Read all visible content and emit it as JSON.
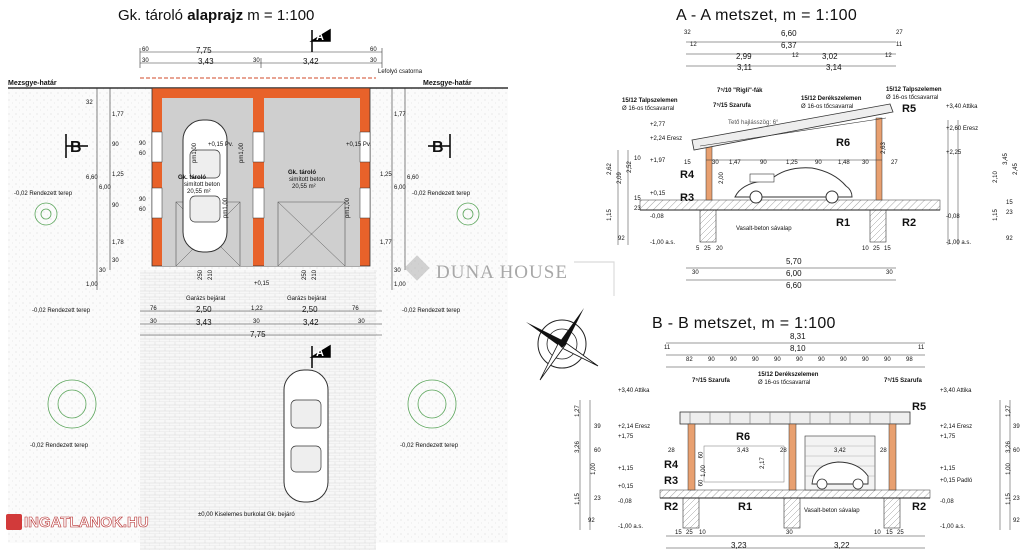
{
  "plan": {
    "title_prefix": "Gk. tároló",
    "title_bold": "alaprajz",
    "title_scale": "m = 1:100",
    "boundary_left": "Mezsgye-határ",
    "boundary_right": "Mezsgye-határ",
    "gutter": "Lefolyó csatorna",
    "room_name": "Gk. tároló",
    "room_floor": "simított beton",
    "room_area": "20,55 m²",
    "floor_level": "+0,15 Pv.",
    "terrain": "-0,02 Rendezett terep",
    "entrance": "Garázs bejárat",
    "entrance_level": "+0,15",
    "paving": "±0,00 Kiselemes burkolat Gk. bejáró",
    "pillar": "pm1,00",
    "section_a": "A",
    "section_b": "B",
    "dims_top": [
      "60",
      "7,75",
      "60",
      "30",
      "3,43",
      "30",
      "3,42",
      "30"
    ],
    "dims_bottom": [
      "76",
      "2,50",
      "1,22",
      "2,50",
      "76",
      "30",
      "3,43",
      "30",
      "3,42",
      "30",
      "7,75"
    ],
    "dims_left": [
      "32",
      "1,77",
      "90",
      "1,25",
      "90",
      "1,78",
      "6,60",
      "6,00",
      "1,00",
      "30",
      "30"
    ],
    "dims_right": [
      "1,77",
      "6,60",
      "6,00",
      "1,25",
      "1,77",
      "1,00",
      "30"
    ],
    "dims_inner": [
      "90",
      "60",
      "90",
      "60",
      "250",
      "210",
      "250",
      "210"
    ]
  },
  "section_aa": {
    "title": "A - A metszet, m = 1:100",
    "dims_top": [
      "32",
      "6,60",
      "27",
      "12",
      "6,37",
      "11",
      "2,99",
      "12",
      "3,02",
      "12",
      "3,11",
      "3,14"
    ],
    "members": [
      "15/12 Talpszelemen",
      "Ø 16-os tőcsavarral",
      "7⁵/10 \"Rigli\"-fák",
      "7⁵/15 Szarufa",
      "15/12 Derékszelemen",
      "Ø 16-os tőcsavarral",
      "15/12 Talpszelemen",
      "Ø 16-os tőcsavarral"
    ],
    "roof_note": "Tető hajlásszög: 6°",
    "levels": [
      "+2,77",
      "+2,24 Eresz",
      "+1,97",
      "+0,15",
      "-0,08",
      "-1,00 a.s.",
      "+3,40 Attika",
      "+2,60 Eresz",
      "+2,25",
      "-0,08",
      "-1,00 a.s."
    ],
    "dims_inner": [
      "15",
      "30",
      "1,47",
      "90",
      "1,25",
      "90",
      "1,48",
      "30",
      "27",
      "2,00",
      "2,63"
    ],
    "dims_left": [
      "2,62",
      "2,09",
      "2,52",
      "10",
      "15",
      "23",
      "1,15",
      "92"
    ],
    "dims_right": [
      "2,10",
      "3,45",
      "2,45",
      "1,15",
      "23",
      "15",
      "92"
    ],
    "dims_bottom": [
      "5",
      "25",
      "20",
      "5,70",
      "10",
      "25",
      "15",
      "30",
      "6,00",
      "30",
      "6,60"
    ],
    "foundation": "Vasalt-beton sávalap",
    "tags": [
      "R4",
      "R3",
      "R6",
      "R1",
      "R2",
      "R5"
    ]
  },
  "section_bb": {
    "title": "B - B metszet, m = 1:100",
    "dims_top": [
      "8,31",
      "11",
      "8,10",
      "11",
      "82",
      "90",
      "90",
      "90",
      "90",
      "90",
      "90",
      "90",
      "90",
      "90",
      "98"
    ],
    "members": [
      "15/12 Derékszelemen",
      "Ø 16-os tőcsavarral",
      "7⁵/15 Szarufa",
      "7⁵/15 Szarufa"
    ],
    "levels": [
      "+3,40 Attika",
      "+2,14 Eresz",
      "+1,75",
      "+1,15",
      "+0,15",
      "-0,08",
      "-1,00 a.s.",
      "+3,40 Attika",
      "+2,14 Eresz",
      "+1,75",
      "+1,15",
      "+0,15 Padló",
      "-0,08",
      "-1,00 a.s."
    ],
    "dims_inner": [
      "28",
      "3,43",
      "28",
      "3,42",
      "28",
      "2,17",
      "60",
      "1,00",
      "60"
    ],
    "dims_left": [
      "1,27",
      "3,26",
      "39",
      "60",
      "1,00",
      "1,15",
      "23",
      "92"
    ],
    "dims_right": [
      "1,27",
      "3,26",
      "39",
      "60",
      "1,00",
      "1,15",
      "23",
      "92"
    ],
    "dims_bottom": [
      "15",
      "25",
      "10",
      "30",
      "10",
      "15",
      "25",
      "3,23",
      "3,22"
    ],
    "foundation": "Vasalt-beton sávalap",
    "tags": [
      "R5",
      "R6",
      "R4",
      "R3",
      "R2",
      "R1",
      "R2"
    ]
  },
  "watermark": "DUNA HOUSE",
  "site_logo": "INGATLANOK.HU",
  "colors": {
    "wall": "#e8622a",
    "floor": "#cfcfcf",
    "line": "#222222",
    "green": "#3b9c3b"
  }
}
